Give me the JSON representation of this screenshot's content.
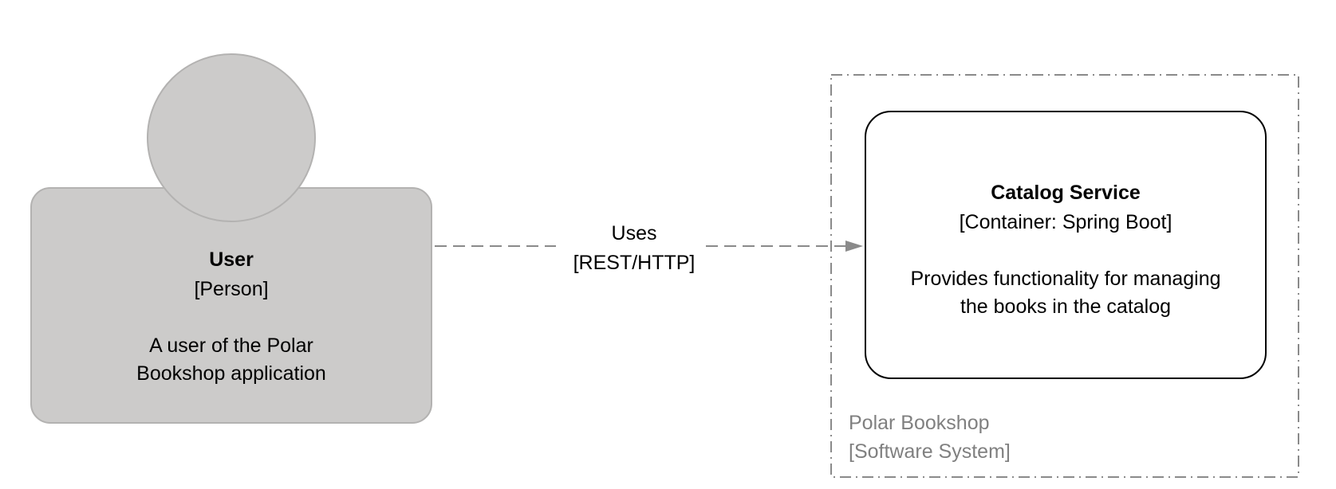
{
  "colors": {
    "person_fill": "#cccbca",
    "person_stroke": "#b3b2b1",
    "container_fill": "#ffffff",
    "container_stroke": "#000000",
    "boundary_stroke": "#8a8a8a",
    "boundary_text": "#808080",
    "relationship_stroke": "#8a8a8a"
  },
  "person": {
    "name": "User",
    "type": "[Person]",
    "description_line1": "A user of the Polar",
    "description_line2": "Bookshop application"
  },
  "relationship": {
    "label": "Uses",
    "technology": "[REST/HTTP]"
  },
  "container": {
    "name": "Catalog Service",
    "type": "[Container: Spring Boot]",
    "description_line1": "Provides functionality for managing",
    "description_line2": "the books in the catalog"
  },
  "boundary": {
    "name": "Polar Bookshop",
    "type": "[Software System]"
  }
}
